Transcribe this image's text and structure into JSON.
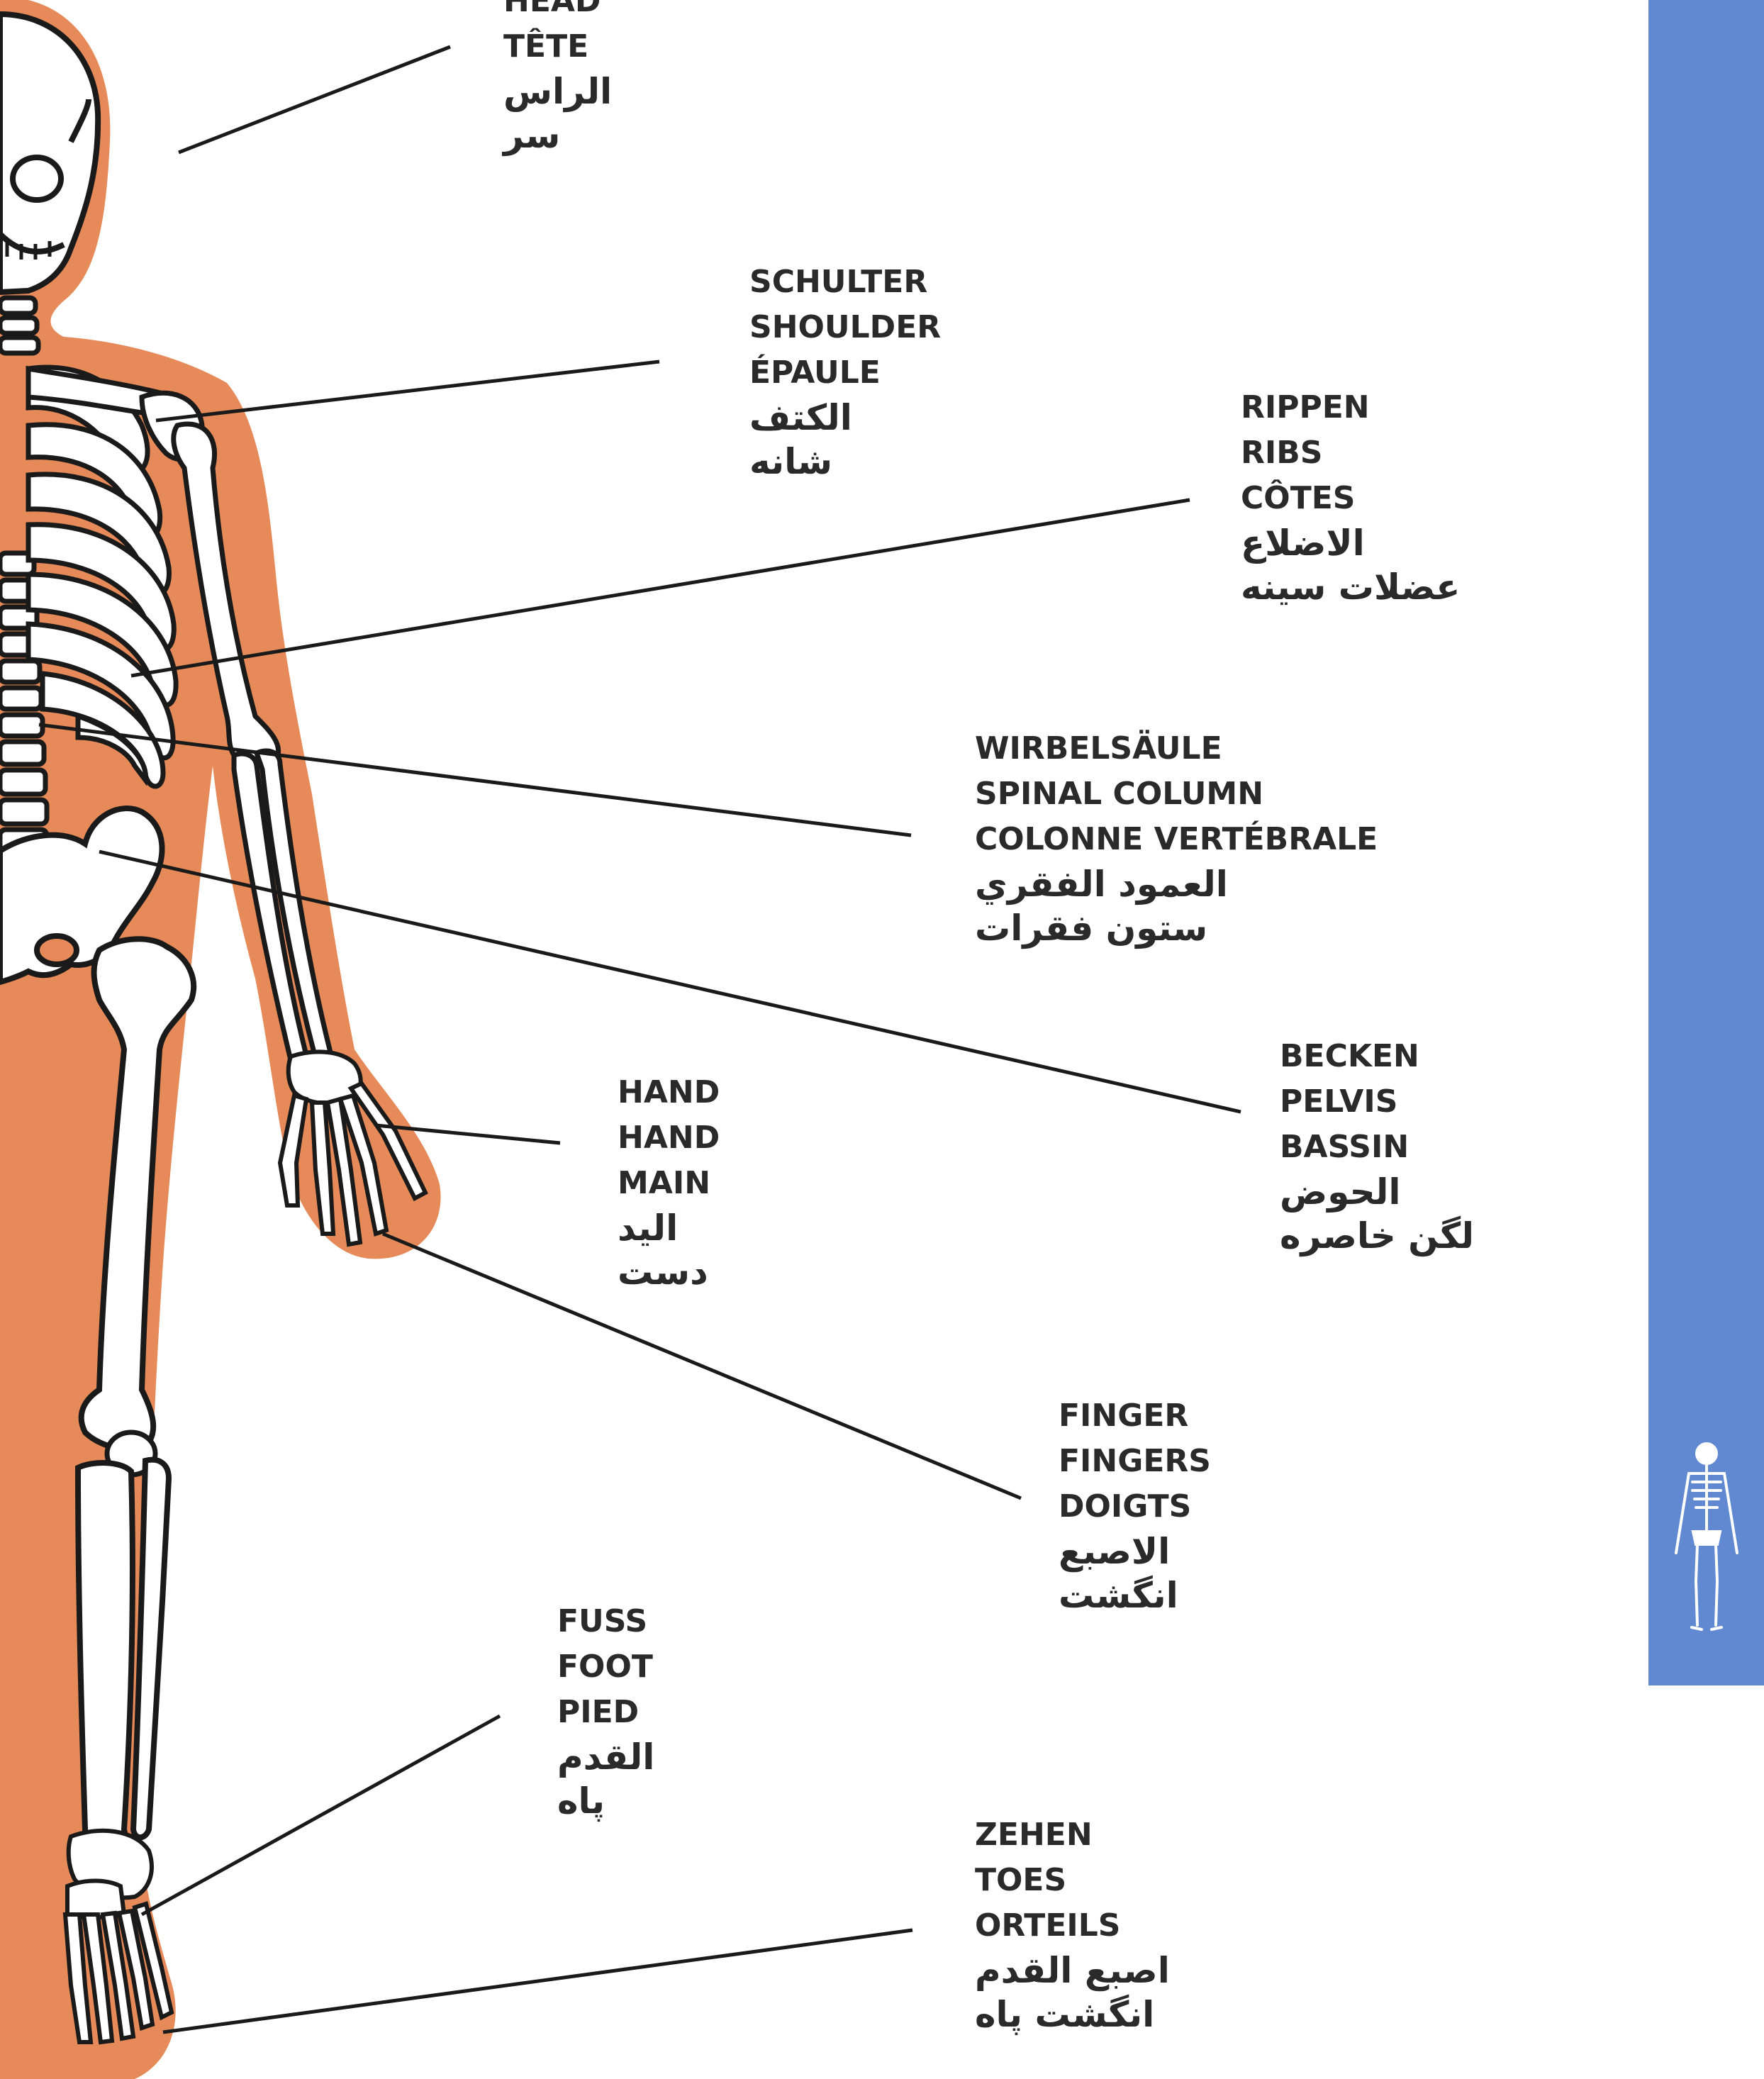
{
  "colors": {
    "body_fill": "#E58A58",
    "bone": "#ffffff",
    "outline": "#1a1a1a",
    "sidebar": "#6089D1",
    "text": "#2a2a2a"
  },
  "labels": {
    "head": {
      "de": "HEAD",
      "en": "TÊTE",
      "fr": "",
      "ar": "الراس",
      "fa": "سر"
    },
    "shoulder": {
      "de": "SCHULTER",
      "en": "SHOULDER",
      "fr": "ÉPAULE",
      "ar": "الكتف",
      "fa": "شانه"
    },
    "ribs": {
      "de": "RIPPEN",
      "en": "RIBS",
      "fr": "CÔTES",
      "ar": "الاضلاع",
      "fa": "عضلات سینه"
    },
    "spine": {
      "de": "WIRBELSÄULE",
      "en": "SPINAL COLUMN",
      "fr": "COLONNE VERTÉBRALE",
      "ar": "العمود الفقري",
      "fa": "ستون فقرات"
    },
    "pelvis": {
      "de": "BECKEN",
      "en": "PELVIS",
      "fr": "BASSIN",
      "ar": "الحوض",
      "fa": "لگن خاصره"
    },
    "hand": {
      "de": "HAND",
      "en": "HAND",
      "fr": "MAIN",
      "ar": "اليد",
      "fa": "دست"
    },
    "fingers": {
      "de": "FINGER",
      "en": "FINGERS",
      "fr": "DOIGTS",
      "ar": "الاصبع",
      "fa": "انگشت"
    },
    "foot": {
      "de": "FUSS",
      "en": "FOOT",
      "fr": "PIED",
      "ar": "القدم",
      "fa": "پاه"
    },
    "toes": {
      "de": "ZEHEN",
      "en": "TOES",
      "fr": "ORTEILS",
      "ar": "اصبع القدم",
      "fa": "انگشت پاه"
    }
  }
}
